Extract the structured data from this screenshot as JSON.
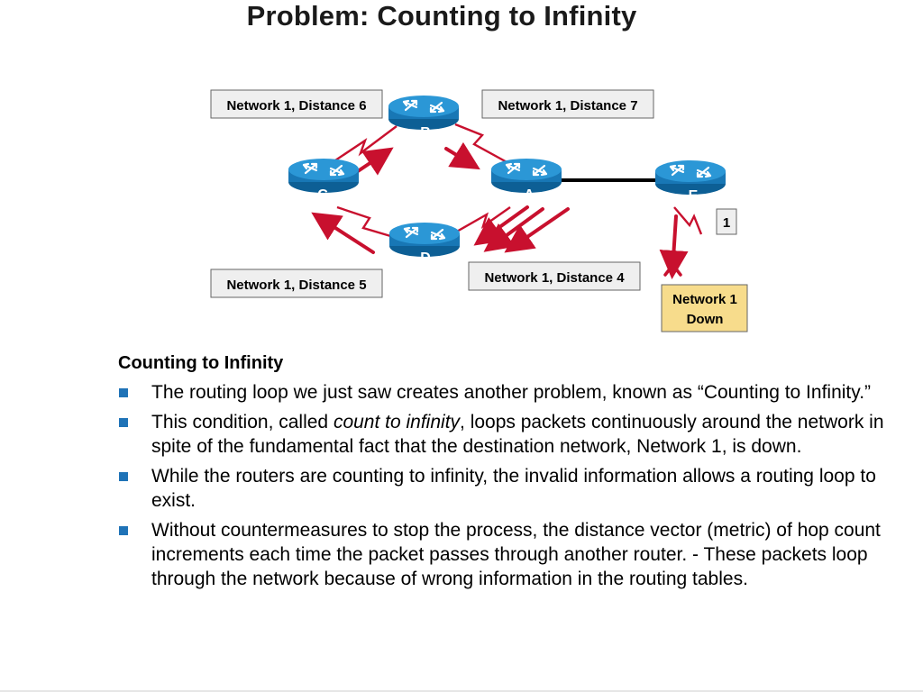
{
  "title": "Problem: Counting to Infinity",
  "diagram": {
    "routers": {
      "a": "A",
      "b": "B",
      "c": "C",
      "d": "D",
      "e": "E"
    },
    "labels": {
      "b_distance": "Network 1, Distance 6",
      "top_right_distance": "Network 1, Distance 7",
      "c_distance": "Network 1, Distance 5",
      "d_distance": "Network 1, Distance 4",
      "link_metric": "1",
      "down_line1": "Network 1",
      "down_line2": "Down"
    },
    "colors": {
      "router": "#1c86c6",
      "arrow": "#c8102e",
      "down_box": "#f7dc8c"
    }
  },
  "content": {
    "heading": "Counting to Infinity",
    "bullets": [
      {
        "text": "The routing loop we just saw creates another problem, known as “Counting to Infinity.”"
      },
      {
        "before": "This condition, called ",
        "emphasis": "count to infinity",
        "after": ", loops packets continuously around the network in spite of the fundamental fact that the destination network, Network 1, is down."
      },
      {
        "text": "While the routers are counting to infinity, the invalid information allows a routing loop to exist."
      },
      {
        "text": "Without countermeasures to stop the process, the distance vector (metric) of hop count increments each time the packet passes through another router. - These packets loop through the network because of wrong information in the routing tables."
      }
    ],
    "bullet_color": "#1f73b7"
  }
}
